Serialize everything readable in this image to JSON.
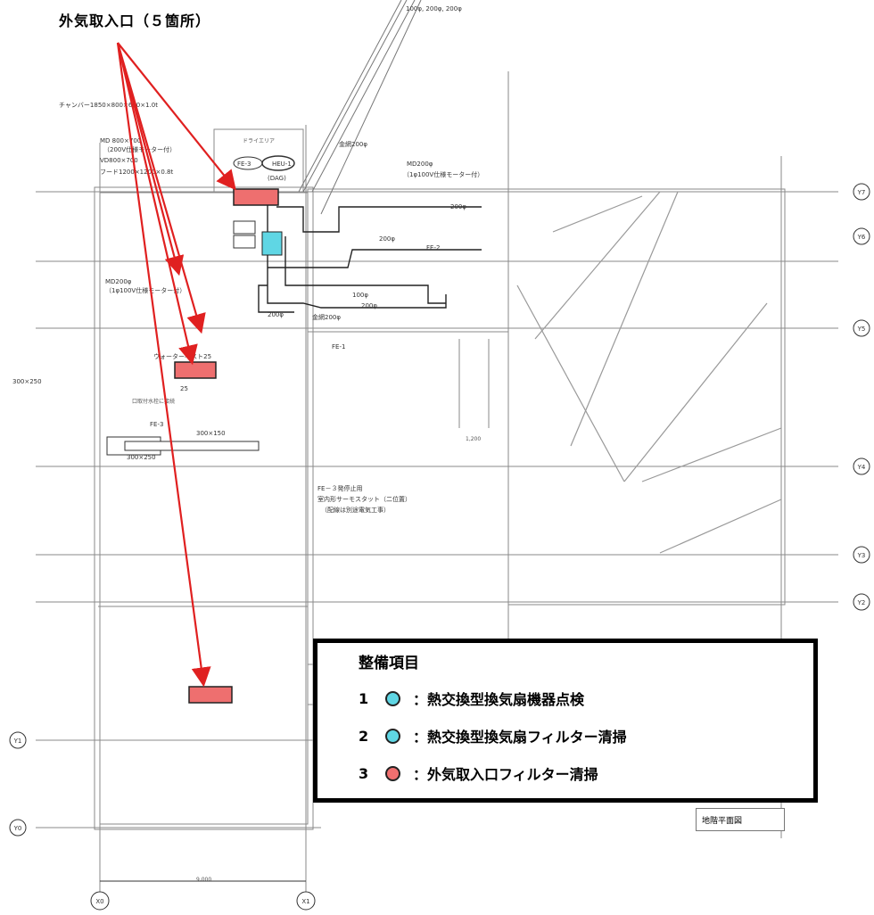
{
  "title": "外気取入口（５箇所）",
  "legend": {
    "heading": "整備項目",
    "items": [
      {
        "num": "1",
        "label": "：熱交換型換気扇機器点検",
        "color": "#5fd6e4"
      },
      {
        "num": "2",
        "label": "：熱交換型換気扇フィルター清掃",
        "color": "#5fd6e4"
      },
      {
        "num": "3",
        "label": "：外気取入口フィルター清掃",
        "color": "#ef6f6f"
      }
    ]
  },
  "caption": "地階平面図",
  "colors": {
    "arrow": "#e02020",
    "intake_fill": "#ee6f6f",
    "hex_fill": "#5fd6e4"
  },
  "drawing_labels": {
    "top_pipes": "100φ, 200φ, 200φ",
    "chamber": "チャンバー1850×800×600×1.0t",
    "md800": "MD 800×700",
    "md800_sub": "（200V仕様モーター付）",
    "vd": "VD800×700",
    "hood": "フード1200×1200×0.8t",
    "dry_area": "ドライエリア",
    "fe3": "FE-3",
    "heu1": "HEU-1",
    "dag": "(DAG)",
    "kanko200": "金網200φ",
    "md200_right": "MD200φ",
    "md200_right_sub": "（1φ100V仕様モーター付）",
    "md200_left": "MD200φ",
    "md200_left_sub": "（1φ100V仕様モーター付）",
    "p200_1": "200φ",
    "p200_2": "200φ",
    "p100": "100φ",
    "p200_3": "200φ",
    "p200_4": "200φ",
    "fe2": "FE-2",
    "fe1": "FE-1",
    "kanko200b": "金網200φ",
    "vent300x250": "300×250",
    "duct300x150": "300×150",
    "duct300x250": "300×250",
    "fe3b": "FE-3",
    "water": "ウォーターベスト25",
    "val25": "25",
    "valve_note": "口取付水栓に接続",
    "fe3_note1": "FE－３発停止用",
    "fe3_note2": "室内形サーモスタット（二位置）",
    "fe3_note3": "（配線は別途電気工事）",
    "dim1": "1,200",
    "dim_bottom": "9,000"
  },
  "grid": {
    "y_labels": [
      "Y7",
      "Y6",
      "Y5",
      "Y4",
      "Y3",
      "Y2",
      "Y1",
      "Y0"
    ],
    "x_labels": [
      "X0",
      "X1"
    ]
  }
}
